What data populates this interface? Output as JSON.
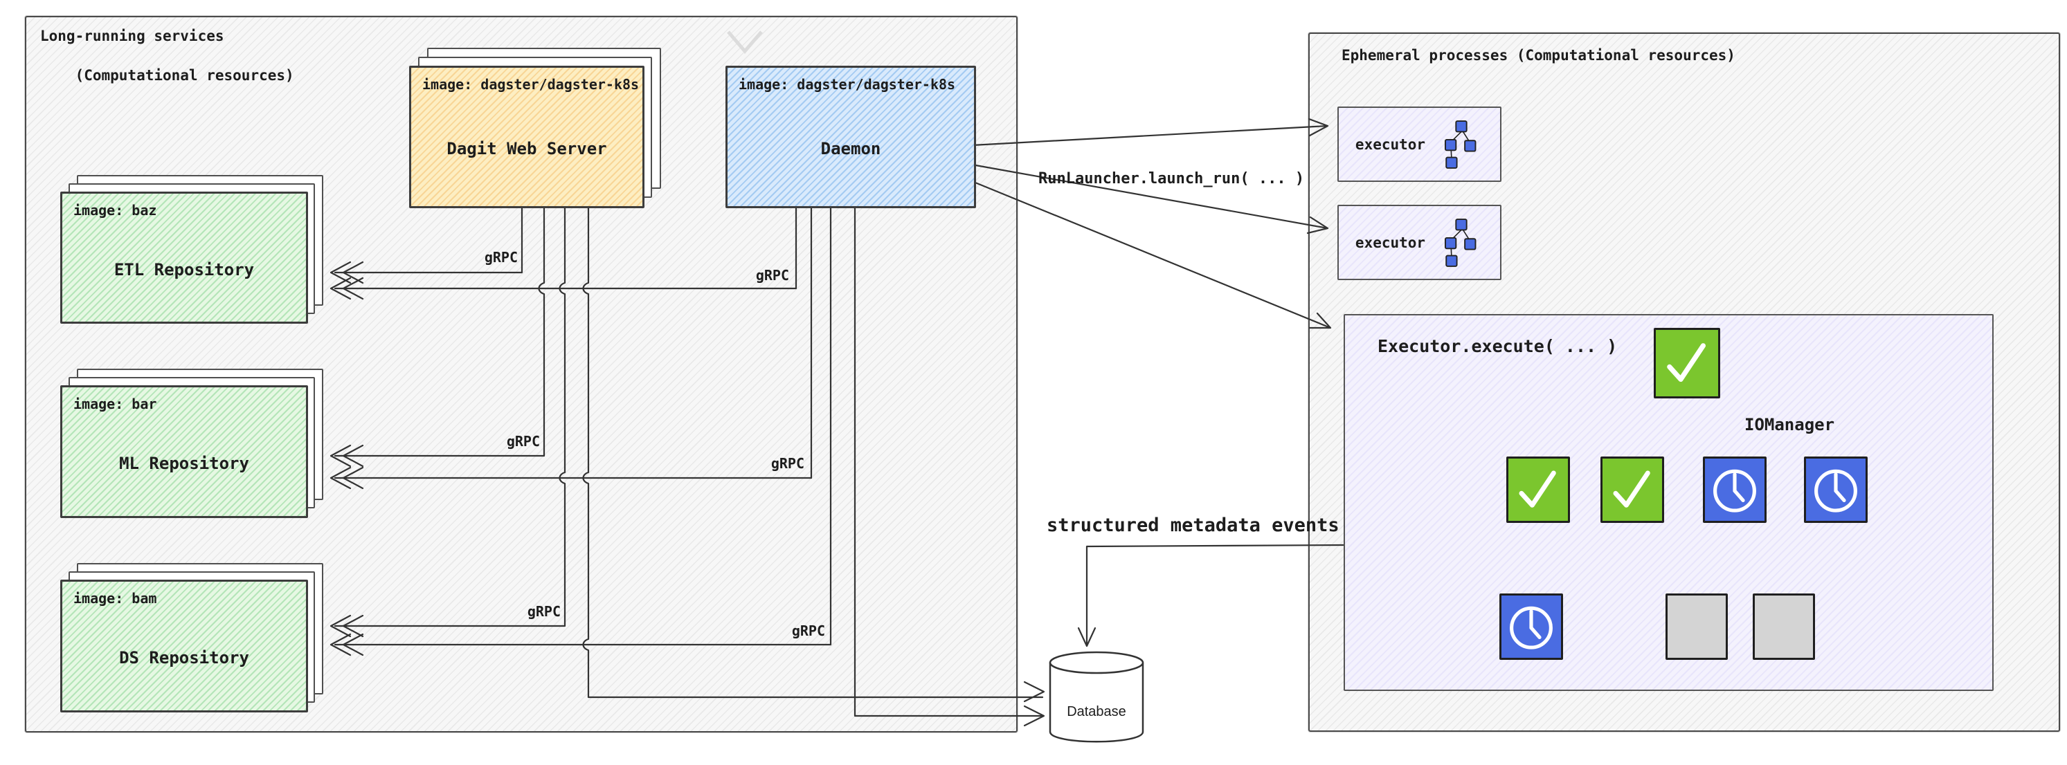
{
  "colors": {
    "panel_fill": "#f7f7f7",
    "dagit_fill": "#fdeec2",
    "daemon_fill": "#d9eafc",
    "repo_fill": "#e6f8e3",
    "executor_fill": "#f4f2fd",
    "node_green": "#7bc62e",
    "node_blue": "#4a6ce2",
    "node_gray": "#d4d4d4",
    "line": "#333333"
  },
  "left_panel": {
    "title_line1": "Long-running services",
    "title_line2": "(Computational resources)",
    "dagit": {
      "image_label": "image: dagster/dagster-k8s",
      "title": "Dagit Web Server"
    },
    "daemon": {
      "image_label": "image: dagster/dagster-k8s",
      "title": "Daemon"
    },
    "repos": [
      {
        "image_label": "image: baz",
        "title": "ETL Repository"
      },
      {
        "image_label": "image: bar",
        "title": "ML Repository"
      },
      {
        "image_label": "image: bam",
        "title": "DS Repository"
      }
    ],
    "grpc_label": "gRPC"
  },
  "connections": {
    "run_launcher_label": "RunLauncher.launch_run( ... )",
    "structured_events_label": "structured metadata events"
  },
  "right_panel": {
    "title": "Ephemeral processes (Computational resources)",
    "executors": [
      {
        "label": "executor",
        "icon": "dag-icon"
      },
      {
        "label": "executor",
        "icon": "dag-icon"
      }
    ],
    "execute_box": {
      "title": "Executor.execute( ... )",
      "iomanager_label": "IOManager",
      "dag": {
        "root": "check",
        "row2": [
          "check",
          "check",
          "clock",
          "clock"
        ],
        "row3": [
          "clock",
          "pending",
          "pending"
        ]
      }
    }
  },
  "database": {
    "label": "Database"
  }
}
